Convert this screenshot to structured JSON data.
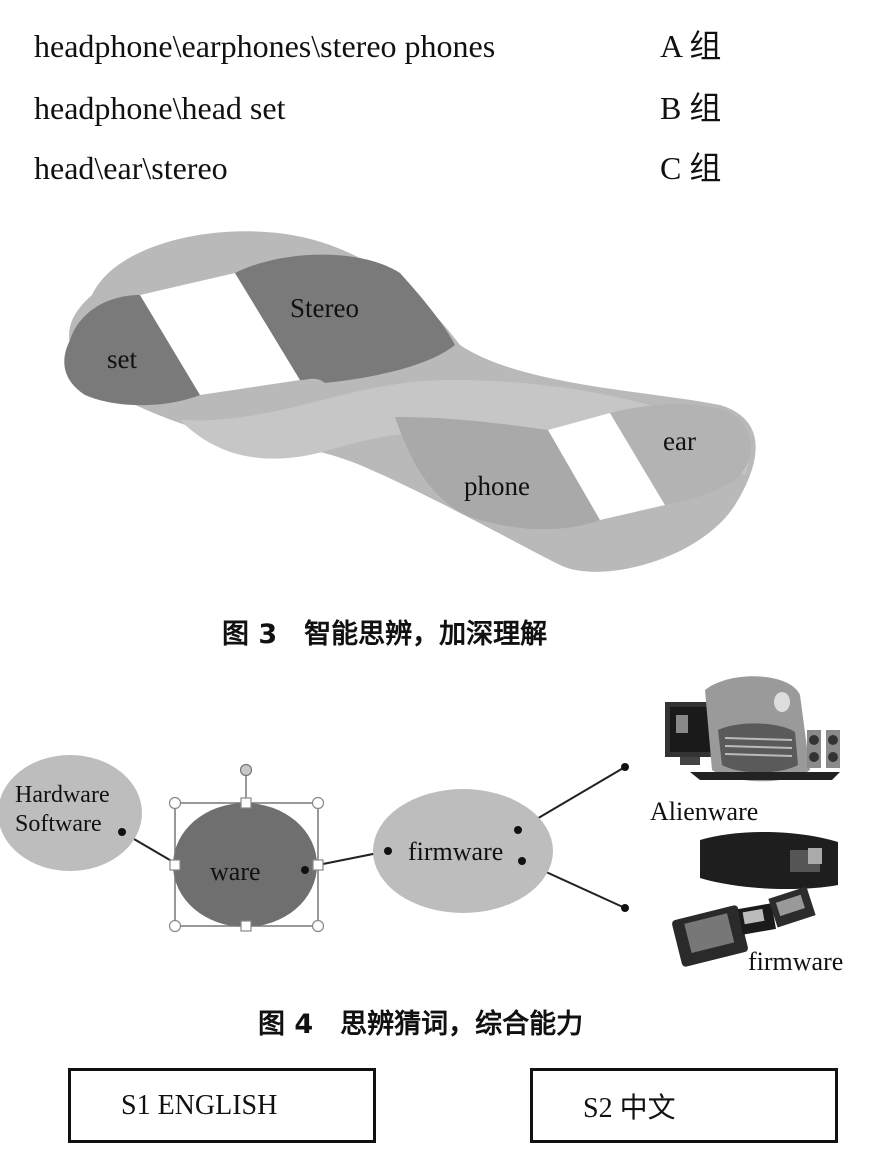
{
  "word_groups": [
    {
      "words": "headphone\\earphones\\stereo phones",
      "group": "A 组"
    },
    {
      "words": "headphone\\head set",
      "group": "B 组"
    },
    {
      "words": "head\\ear\\stereo",
      "group": "C 组"
    }
  ],
  "figure3": {
    "labels": {
      "set": "set",
      "stereo": "Stereo",
      "ear": "ear",
      "phone": "phone"
    },
    "caption": "图 3　智能思辨，加深理解"
  },
  "figure4": {
    "nodes": {
      "hardware_line1": "Hardware",
      "hardware_line2": "Software",
      "ware": "ware",
      "firmware": "firmware"
    },
    "image_labels": {
      "alienware": "Alienware",
      "firmware": "firmware"
    },
    "caption": "图 4　思辨猜词，综合能力"
  },
  "boxes": {
    "s1": "S1  ENGLISH",
    "s2": "S2 中文"
  },
  "colors": {
    "dark_band": "#7a7a7a",
    "light_band": "#b9b9b9",
    "node_light": "#bdbdbd",
    "node_dark": "#6f6f6f"
  }
}
